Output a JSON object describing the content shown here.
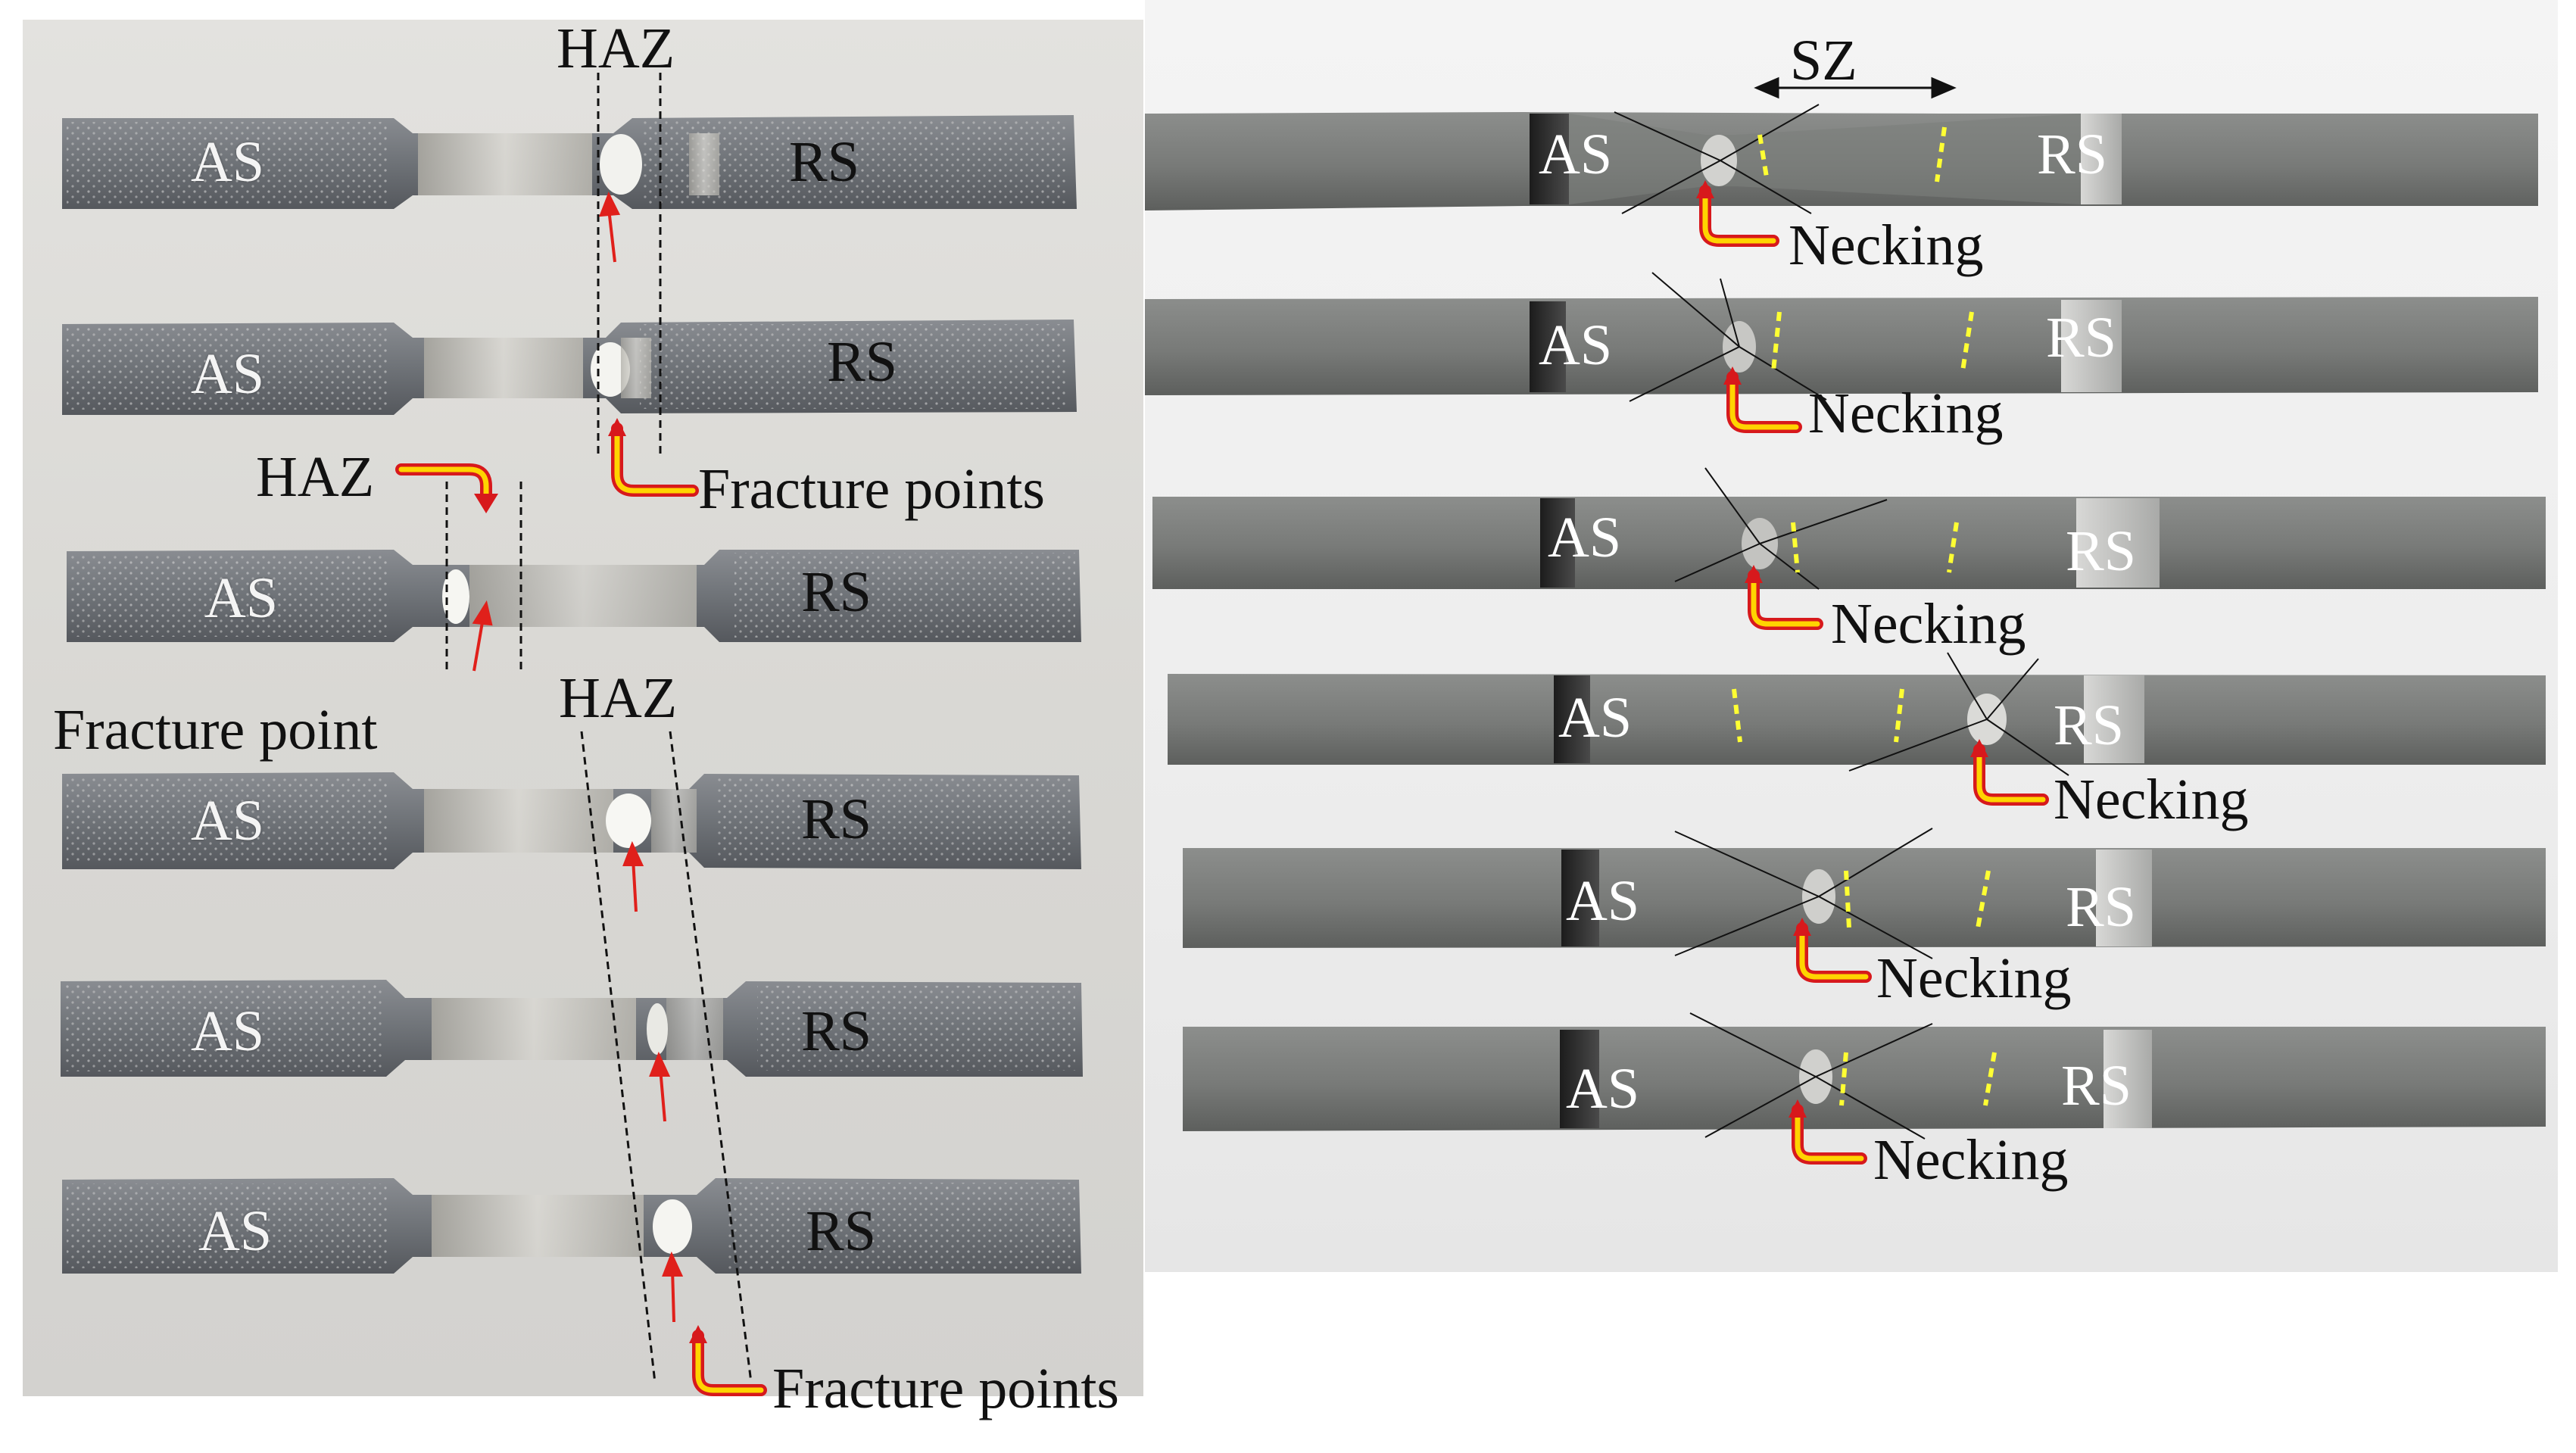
{
  "labels": {
    "as": "AS",
    "rs": "RS",
    "haz": "HAZ",
    "sz": "SZ",
    "necking": "Necking",
    "fracture_points": "Fracture points",
    "fracture_point": "Fracture point"
  },
  "colors": {
    "specimen_left": "#6f7378",
    "specimen_left_dark": "#4a4d52",
    "specimen_right": "#7a7c7a",
    "weld_metal": "#cfcdc6",
    "arrow_red": "#e0201b",
    "hook_red": "#d7191c",
    "hook_yellow": "#ffd400",
    "sz_boundary": "#ffff33"
  }
}
